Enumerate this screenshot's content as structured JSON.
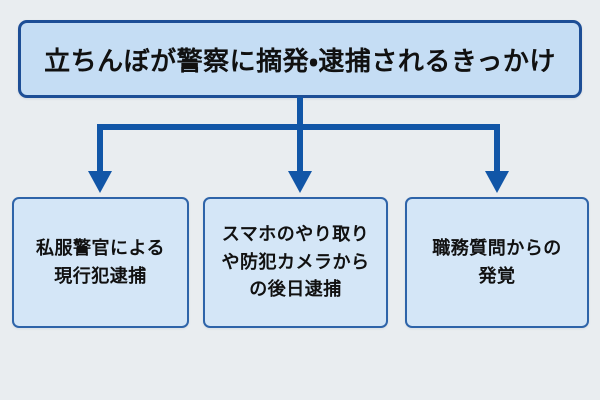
{
  "diagram": {
    "title": "立ちんぼが警察に摘発・逮捕されるきっかけ",
    "branches": [
      {
        "full_text": "私服警官による現行犯逮捕",
        "lines": [
          "私服警官による",
          "現行犯逮捕"
        ]
      },
      {
        "full_text": "スマホのやり取りや防犯カメラからの後日逮捕",
        "lines": [
          "スマホのやり取り",
          "や防犯カメラから",
          "の後日逮捕"
        ]
      },
      {
        "full_text": "職務質問からの発覚",
        "lines": [
          "職務質問からの",
          "発覚"
        ]
      }
    ],
    "connector_shape": "one-to-three-down-arrows"
  },
  "colors": {
    "page_bg": "#e9edf0",
    "title_fill": "#c5ddf4",
    "title_border": "#1d4e96",
    "box_fill": "#d4e6f7",
    "box_border": "#2e64a9",
    "connector": "#1156a7",
    "text": "#111111"
  }
}
